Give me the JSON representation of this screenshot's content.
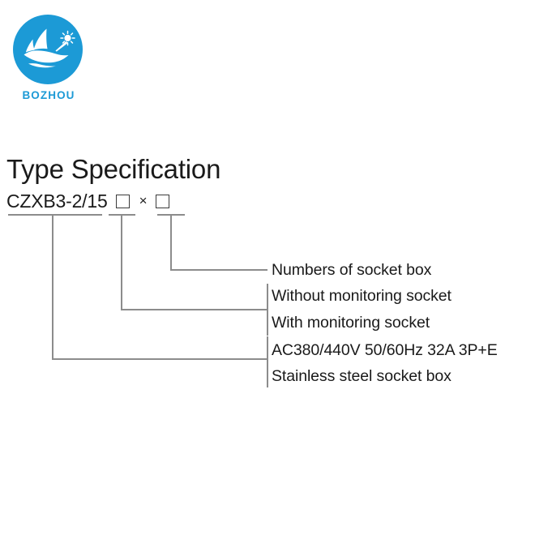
{
  "brand": {
    "name": "BOZHOU",
    "logo_icon": "sailboat-sun-circle-logo",
    "logo_color": "#1c9ad6",
    "logo_accent": "#ffffff"
  },
  "heading": {
    "title": "Type Specification"
  },
  "model": {
    "code": "CZXB3-2/15",
    "box_1": "",
    "multiply": "×",
    "box_2": ""
  },
  "callouts": [
    {
      "id": "numbers-of-socket-box",
      "label": "Numbers of socket box"
    },
    {
      "id": "without-monitoring",
      "label": "Without monitoring socket"
    },
    {
      "id": "with-monitoring",
      "label": "With monitoring socket"
    },
    {
      "id": "electrical-rating",
      "label": "AC380/440V  50/60Hz  32A 3P+E"
    },
    {
      "id": "enclosure-type",
      "label": "Stainless steel socket box"
    }
  ],
  "style": {
    "line_color": "#8c8c8c",
    "text_color": "#1a1a1a",
    "background": "#ffffff"
  }
}
